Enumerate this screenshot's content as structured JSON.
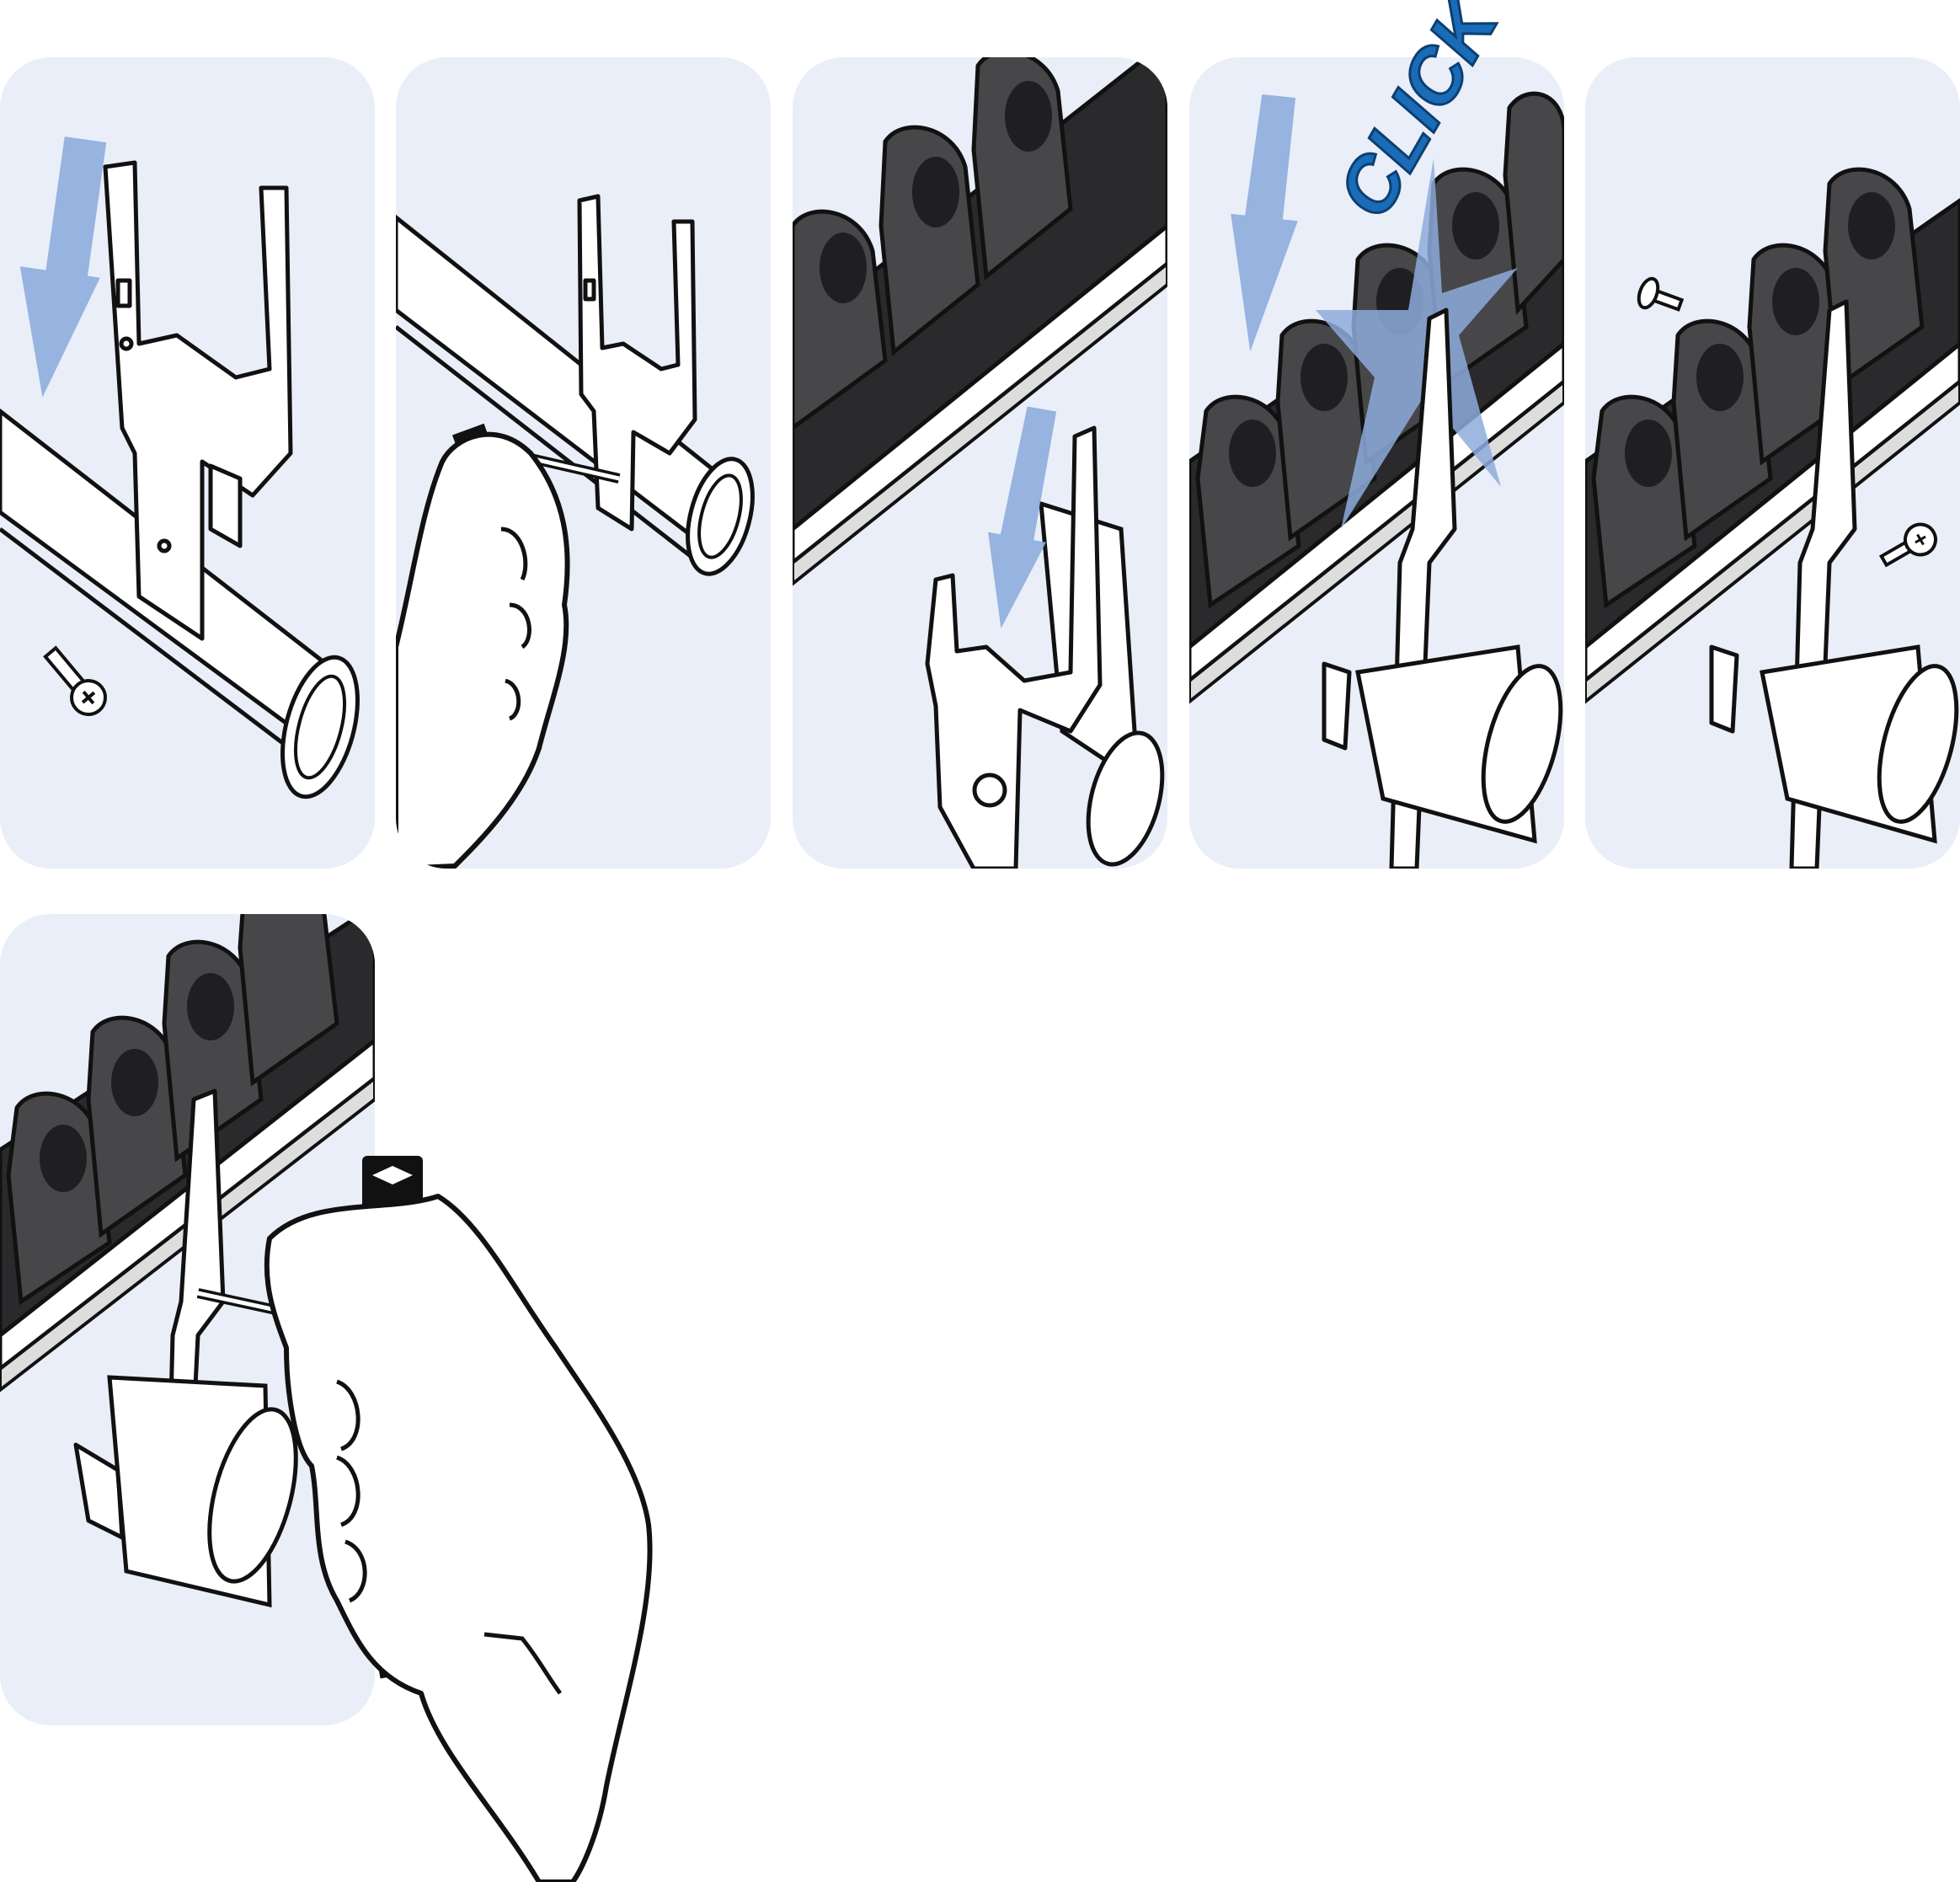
{
  "colors": {
    "panel_bg": "#e9eef9",
    "arrow": "#8eacdc",
    "roller": "#474749",
    "roller_dark": "#1f1f21",
    "outline": "#111111",
    "metal": "#ffffff",
    "click_text": "#1a6bb8",
    "spark": "#8eacdc"
  },
  "steps": [
    {
      "icons": [
        "down-arrow-icon",
        "bracket",
        "tube",
        "screw-icon"
      ]
    },
    {
      "icons": [
        "bracket",
        "tube",
        "screwdriver-icon",
        "hand"
      ]
    },
    {
      "icons": [
        "roller-track",
        "down-arrow-icon",
        "bracket",
        "tube"
      ]
    },
    {
      "icons": [
        "down-arrow-icon",
        "roller-track",
        "bracket",
        "spark-icon"
      ]
    },
    {
      "icons": [
        "roller-track",
        "bracket",
        "screw-icon",
        "tube"
      ]
    },
    {
      "icons": [
        "roller-track",
        "bracket",
        "screwdriver-icon",
        "hand"
      ]
    }
  ],
  "click_label": "CLICK"
}
